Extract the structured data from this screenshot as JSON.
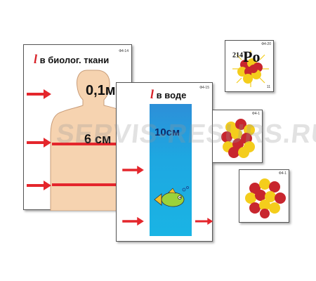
{
  "card_bio": {
    "code": "Ф4-14",
    "title_symbol": "l",
    "title_text": "в биолог. ткани",
    "label_top": "0,1м",
    "label_mid": "6 см"
  },
  "card_water": {
    "code": "Ф4-15",
    "title_symbol": "l",
    "title_text": "в воде",
    "label_depth": "10см"
  },
  "card_po": {
    "code": "Ф4-20",
    "mass_number": "214",
    "element": "Po",
    "page": "11"
  },
  "card_nucleus_1": {
    "code": "Ф4-1"
  },
  "card_nucleus_2": {
    "code": "Ф4-1"
  },
  "watermark": "SERVIS-RESURS.RU",
  "colors": {
    "arrow_red": "#e4262c",
    "water_blue": "#1ea7e1",
    "body_skin": "#f6d3b0",
    "proton_red": "#c8262e",
    "neutron_yellow": "#f4cd1c"
  }
}
